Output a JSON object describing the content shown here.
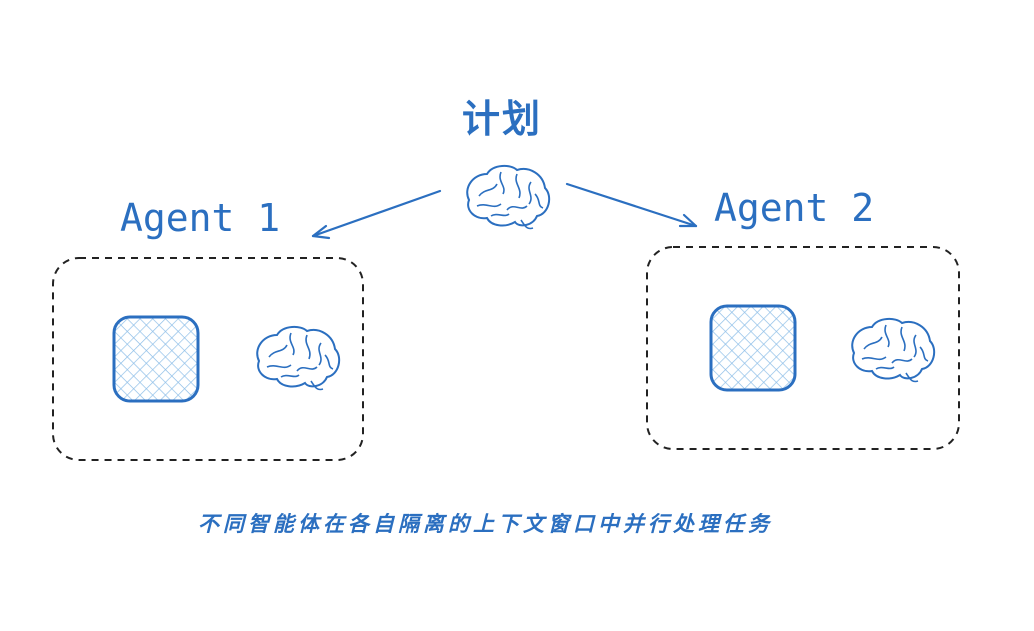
{
  "planner": {
    "label": "计划",
    "icon": "brain-icon"
  },
  "agents": [
    {
      "label": "Agent 1",
      "context_icon": "context-window-icon",
      "brain_icon": "brain-icon"
    },
    {
      "label": "Agent 2",
      "context_icon": "context-window-icon",
      "brain_icon": "brain-icon"
    }
  ],
  "caption": "不同智能体在各自隔离的上下文窗口中并行处理任务",
  "colors": {
    "accent": "#2b6fc0",
    "hatch": "#8fbfe8",
    "border": "#222222"
  }
}
